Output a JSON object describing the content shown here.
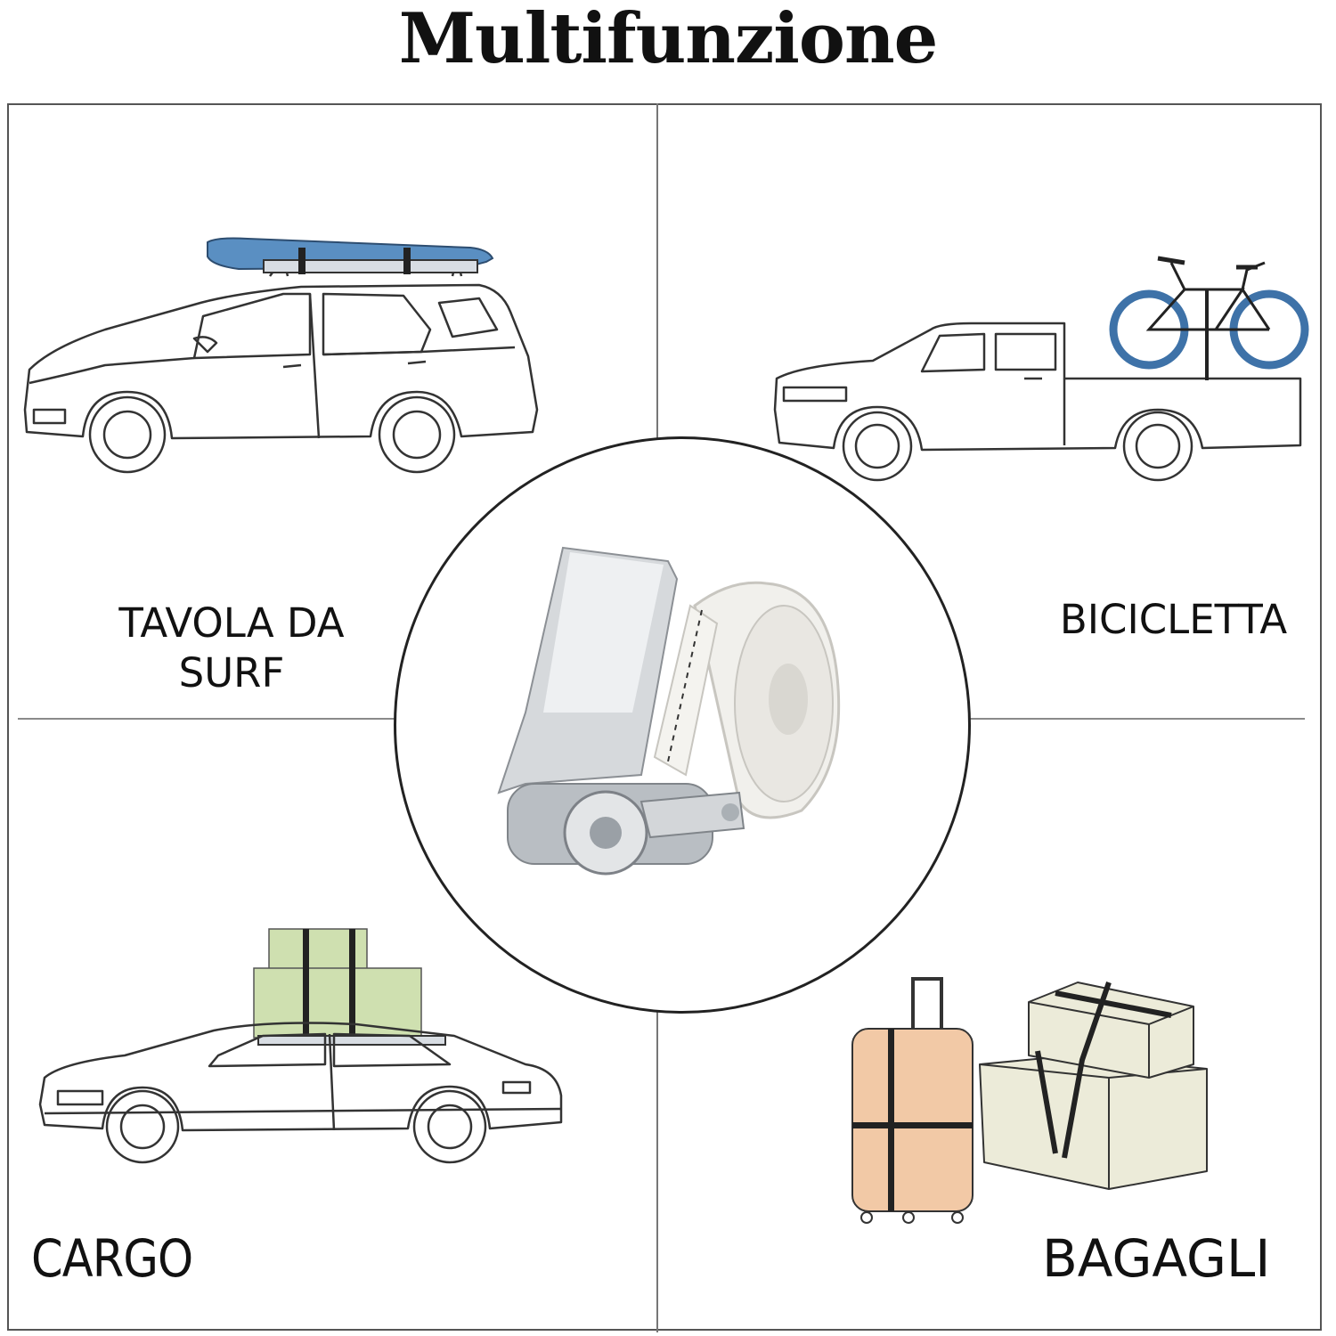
{
  "title": "Multifunzione",
  "labels": {
    "surf_line1": "TAVOLA DA",
    "surf_line2": "SURF",
    "bicycle": "BICICLETTA",
    "cargo": "CARGO",
    "luggage": "BAGAGLI"
  },
  "colors": {
    "surfboard": "#5a8fc2",
    "cargo_boxes": "#cfe0b0",
    "suitcase": "#f2c9a6",
    "luggage_boxes": "#ecebd9",
    "bike_wheel": "#3e72a8"
  },
  "icons": [
    "suv-with-surfboard",
    "pickup-truck-with-bicycle",
    "ratchet-strap-product",
    "sedan-with-cargo-boxes",
    "strapped-luggage"
  ]
}
